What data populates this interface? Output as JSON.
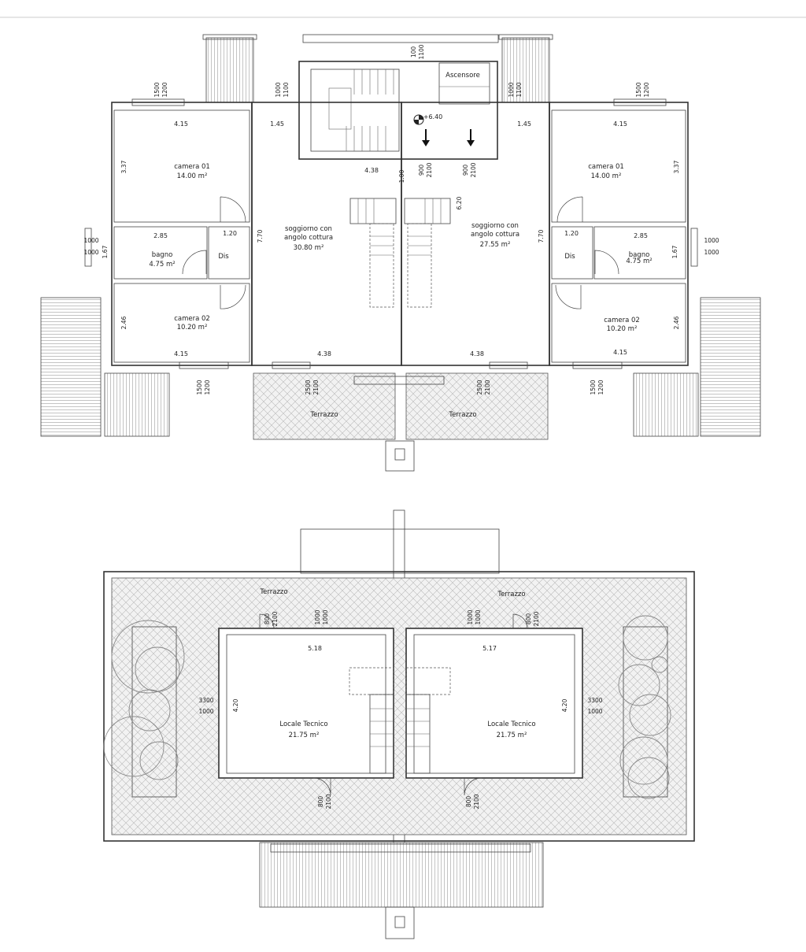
{
  "upper_plan": {
    "left_unit": {
      "camera01": {
        "name": "camera 01",
        "area": "14.00 m²",
        "w": "4.15",
        "h": "3.37"
      },
      "bagno": {
        "name": "bagno",
        "area": "4.75 m²",
        "w": "2.85",
        "h": "1.67"
      },
      "dis": {
        "name": "Dis",
        "w": "1.20"
      },
      "camera02": {
        "name": "camera 02",
        "area": "10.20 m²",
        "w": "4.15",
        "h": "2.46"
      },
      "soggiorno": {
        "line1": "soggiorno con",
        "line2": "angolo cottura",
        "area": "30.80 m²",
        "h": "7.70"
      },
      "win_camera01": {
        "a": "1500",
        "b": "1200"
      },
      "win_bagno": {
        "a": "1000",
        "b": "1000"
      },
      "win_camera02": {
        "a": "1500",
        "b": "1200"
      },
      "win_side": {
        "a": "1000",
        "b": "1100"
      },
      "dim_145": "1.45",
      "dim_438_top": "4.38",
      "dim_438_bottom": "4.38",
      "win_terrace": {
        "a": "2500",
        "b": "2100"
      },
      "terrazzo": "Terrazzo"
    },
    "right_unit": {
      "camera01": {
        "name": "camera 01",
        "area": "14.00 m²",
        "w": "4.15",
        "h": "3.37"
      },
      "bagno": {
        "name": "bagno",
        "area": "4.75 m²",
        "w": "2.85",
        "h": "1.67"
      },
      "dis": {
        "name": "Dis",
        "w": "1.20"
      },
      "camera02": {
        "name": "camera 02",
        "area": "10.20 m²",
        "w": "4.15",
        "h": "2.46"
      },
      "soggiorno": {
        "line1": "soggiorno con",
        "line2": "angolo cottura",
        "area": "27.55 m²",
        "h": "7.70"
      },
      "win_camera01": {
        "a": "1500",
        "b": "1200"
      },
      "win_bagno": {
        "a": "1000",
        "b": "1000"
      },
      "win_camera02": {
        "a": "1500",
        "b": "1200"
      },
      "win_side": {
        "a": "1000",
        "b": "1100"
      },
      "dim_145": "1.45",
      "dim_620": "6.20",
      "dim_438_bottom": "4.38",
      "win_terrace": {
        "a": "2500",
        "b": "2100"
      },
      "terrazzo": "Terrazzo"
    },
    "core": {
      "ascensore": "Ascensore",
      "level": "+6.40",
      "win_top": {
        "a": "100",
        "b": "1100"
      },
      "dim_100": "1.00",
      "door_left": {
        "a": "900",
        "b": "2100"
      },
      "door_right": {
        "a": "900",
        "b": "2100"
      }
    }
  },
  "roof_plan": {
    "left": {
      "terrazzo": "Terrazzo",
      "room": "Locale Tecnico",
      "area": "21.75 m²",
      "w": "5.18",
      "h": "4.20",
      "door_top": {
        "a": "800",
        "b": "2100"
      },
      "win_top": {
        "a": "1000",
        "b": "1000"
      },
      "win_side": {
        "a": "3300",
        "b": "1000"
      },
      "door_bottom": {
        "a": "800",
        "b": "2100"
      }
    },
    "right": {
      "terrazzo": "Terrazzo",
      "room": "Locale Tecnico",
      "area": "21.75 m²",
      "w": "5.17",
      "h": "4.20",
      "door_top": {
        "a": "800",
        "b": "2100"
      },
      "win_top": {
        "a": "1000",
        "b": "1000"
      },
      "win_side": {
        "a": "3300",
        "b": "1000"
      },
      "door_bottom": {
        "a": "800",
        "b": "2100"
      }
    }
  }
}
